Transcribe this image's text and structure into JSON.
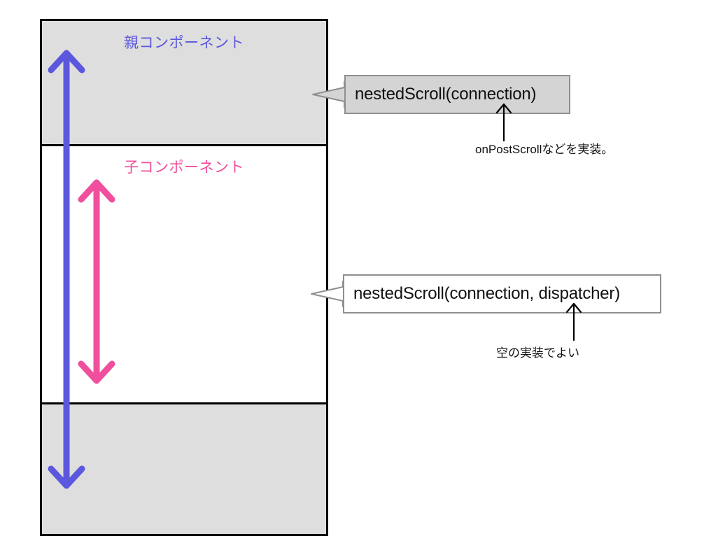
{
  "diagram": {
    "title": "NestedScroll parent/child component diagram",
    "colors": {
      "parent_accent": "#5B57DE",
      "child_accent": "#EF4F9C",
      "band_gray": "#DEDEDE",
      "callout_gray": "#D4D4D4",
      "callout_border": "#8F8F8F",
      "outline": "#000000"
    },
    "bands": {
      "parent_label": "親コンポーネント",
      "child_label": "子コンポーネント"
    },
    "arrows": {
      "parent_scroll_name": "parent-scroll-range-arrow",
      "child_scroll_name": "child-scroll-range-arrow"
    },
    "callouts": [
      {
        "id": "parent",
        "text": "nestedScroll(connection)",
        "note": "onPostScrollなどを実装。"
      },
      {
        "id": "child",
        "text": "nestedScroll(connection, dispatcher)",
        "note": "空の実装でよい"
      }
    ]
  }
}
